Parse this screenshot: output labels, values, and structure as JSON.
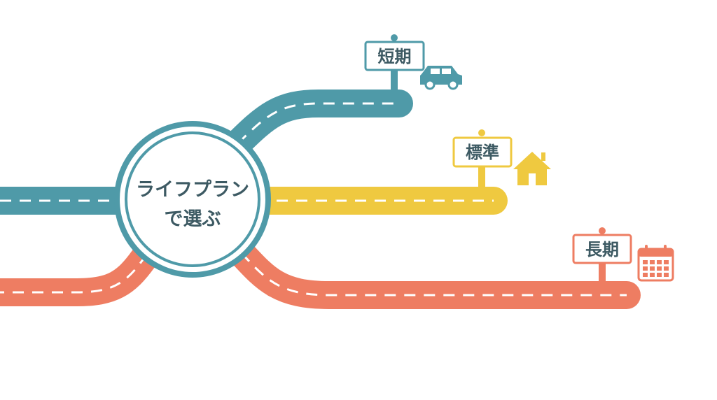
{
  "center": {
    "line1": "ライフプラン",
    "line2": "で選ぶ"
  },
  "routes": [
    {
      "id": "short",
      "label": "短期",
      "color": "#4f9aa8",
      "icon": "car-icon"
    },
    {
      "id": "standard",
      "label": "標準",
      "color": "#efc940",
      "icon": "house-icon"
    },
    {
      "id": "long",
      "label": "長期",
      "color": "#ee7d62",
      "icon": "calendar-icon"
    }
  ],
  "colors": {
    "teal": "#4f9aa8",
    "yellow": "#efc940",
    "coral": "#ee7d62",
    "dash": "#ffffff",
    "background": "#ffffff"
  }
}
